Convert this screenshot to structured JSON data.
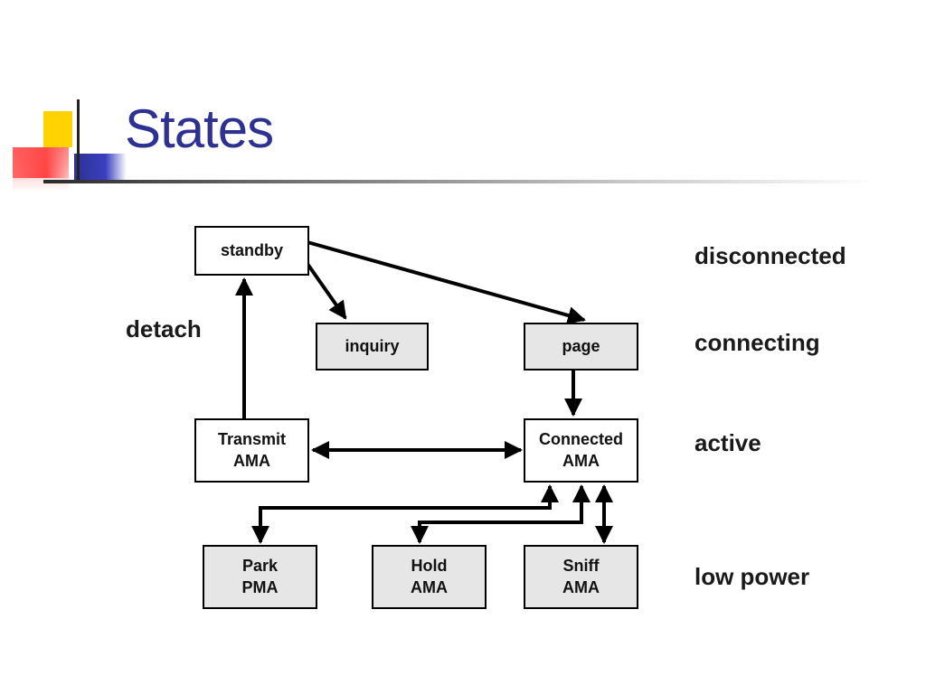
{
  "slide": {
    "title": "States"
  },
  "diagram": {
    "nodes": {
      "standby": {
        "line1": "standby"
      },
      "inquiry": {
        "line1": "inquiry"
      },
      "page": {
        "line1": "page"
      },
      "transmit": {
        "line1": "Transmit",
        "line2": "AMA"
      },
      "connected": {
        "line1": "Connected",
        "line2": "AMA"
      },
      "park": {
        "line1": "Park",
        "line2": "PMA"
      },
      "hold": {
        "line1": "Hold",
        "line2": "AMA"
      },
      "sniff": {
        "line1": "Sniff",
        "line2": "AMA"
      }
    },
    "edge_labels": {
      "detach": "detach"
    },
    "state_labels": {
      "disconnected": "disconnected",
      "connecting": "connecting",
      "active": "active",
      "low_power": "low power"
    },
    "edges": [
      {
        "from": "standby",
        "to": "inquiry",
        "direction": "forward"
      },
      {
        "from": "standby",
        "to": "page",
        "direction": "forward"
      },
      {
        "from": "page",
        "to": "connected",
        "direction": "forward"
      },
      {
        "from": "transmit",
        "to": "standby",
        "direction": "forward",
        "label": "detach"
      },
      {
        "from": "transmit",
        "to": "connected",
        "direction": "both"
      },
      {
        "from": "connected",
        "to": "park",
        "direction": "both"
      },
      {
        "from": "connected",
        "to": "hold",
        "direction": "both"
      },
      {
        "from": "connected",
        "to": "sniff",
        "direction": "both"
      }
    ],
    "colors": {
      "title": "#2e3192",
      "node_fill_white": "#ffffff",
      "node_fill_grey": "#e6e6e6",
      "line": "#000000"
    }
  }
}
